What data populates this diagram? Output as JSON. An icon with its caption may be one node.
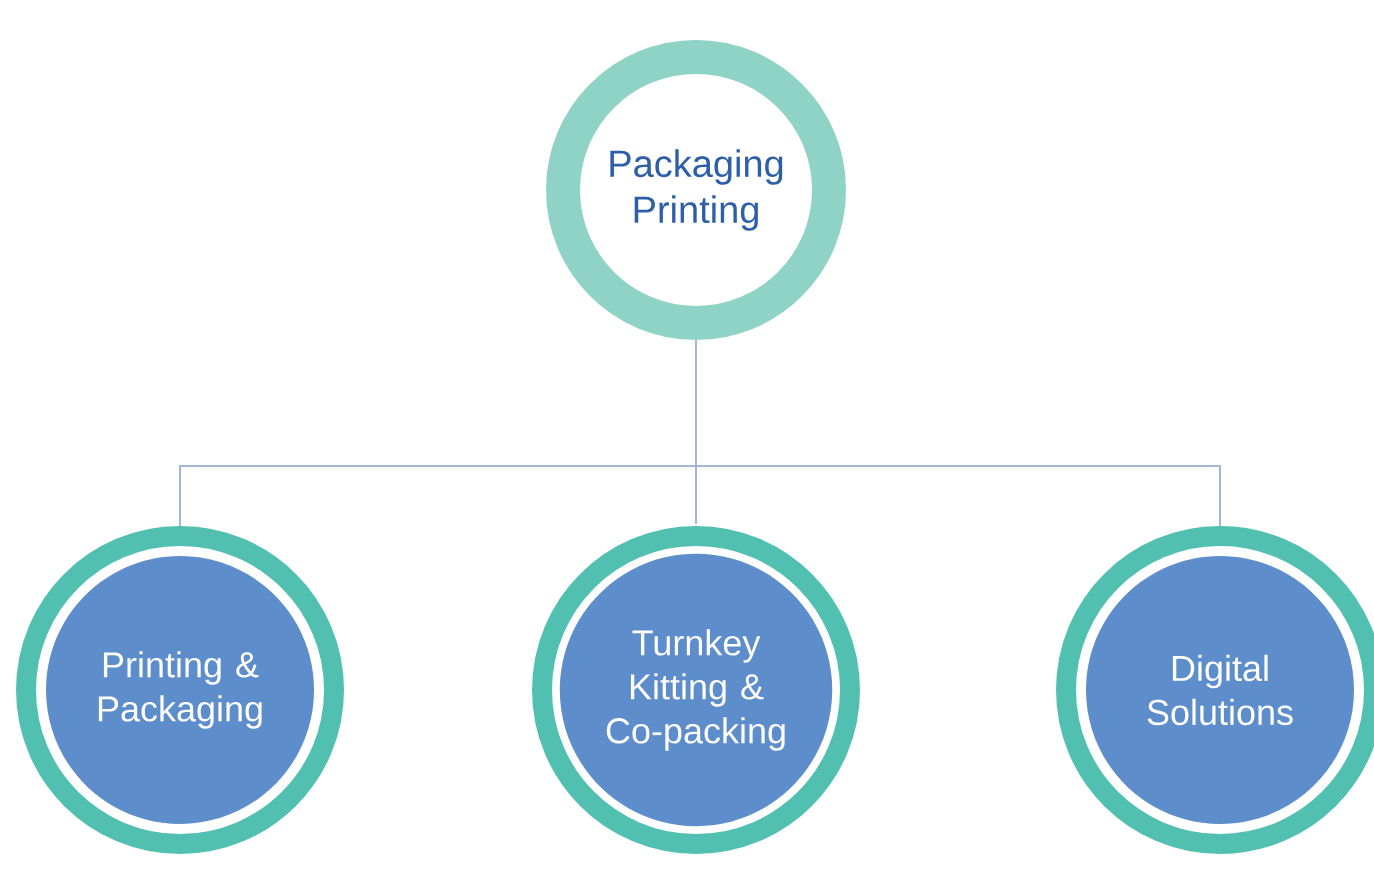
{
  "diagram": {
    "nodes": [
      {
        "text": [
          "Packaging Printing"
        ]
      },
      {
        "text": [
          "Printing & Packaging"
        ]
      },
      {
        "text": [
          "Turnkey Kitting & Co-packing"
        ]
      },
      {
        "text": [
          "Digital Solutions"
        ]
      }
    ],
    "edges": [
      {
        "from": 0,
        "to": 1,
        "arrow": "none"
      },
      {
        "from": 0,
        "to": 2,
        "arrow": "none"
      },
      {
        "from": 0,
        "to": 3,
        "arrow": "none"
      }
    ]
  }
}
